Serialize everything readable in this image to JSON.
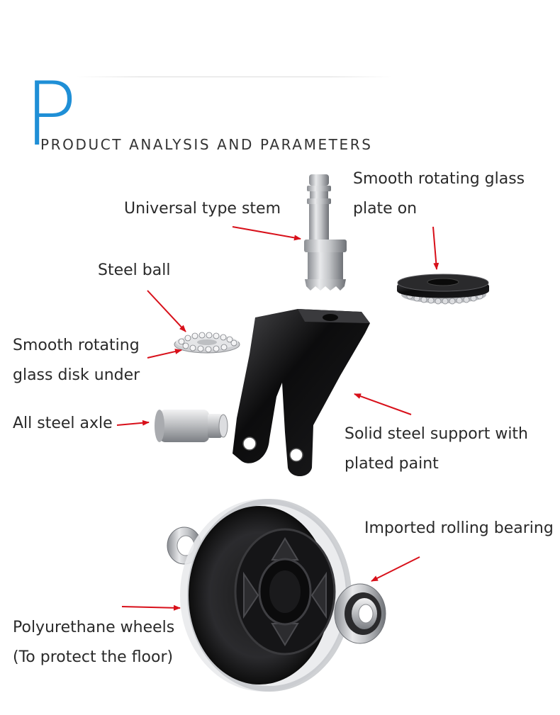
{
  "header": {
    "initial": "P",
    "title": "PRODUCT ANALYSIS AND PARAMETERS"
  },
  "callouts": {
    "stem": "Universal type stem",
    "glass_plate_on": [
      "Smooth rotating glass",
      "plate on"
    ],
    "steel_ball": "Steel ball",
    "glass_disk_under": [
      "Smooth rotating",
      "glass disk under"
    ],
    "axle": "All steel axle",
    "support": [
      "Solid steel support with",
      "plated paint"
    ],
    "bearing": "Imported rolling bearing",
    "wheels": [
      "Polyurethane wheels",
      "(To protect the floor)"
    ]
  },
  "colors": {
    "accent": "#1f8fd6",
    "arrow": "#d8101a"
  }
}
